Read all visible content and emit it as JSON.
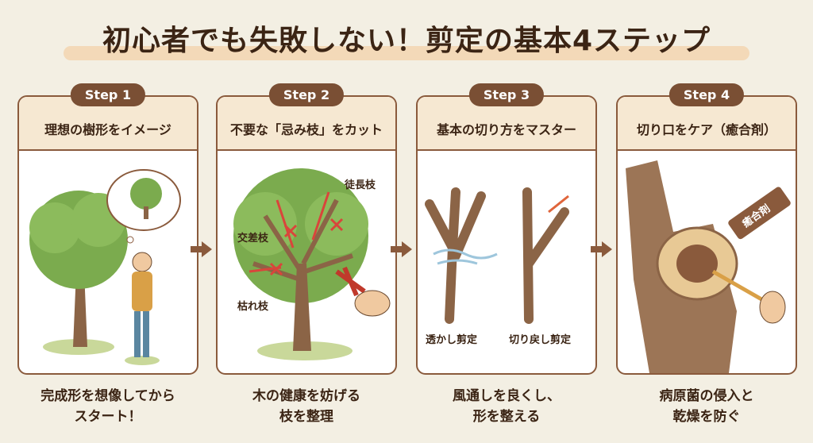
{
  "title": "初心者でも失敗しない！剪定の基本4ステップ",
  "steps": [
    {
      "badge": "Step 1",
      "heading": "理想の樹形をイメージ",
      "caption1": "完成形を想像してから",
      "caption2": "スタート！"
    },
    {
      "badge": "Step 2",
      "heading": "不要な「忌み枝」をカット",
      "caption1": "木の健康を妨げる",
      "caption2": "枝を整理",
      "labels": {
        "a": "徒長枝",
        "b": "交差枝",
        "c": "枯れ枝"
      }
    },
    {
      "badge": "Step 3",
      "heading": "基本の切り方をマスター",
      "caption1": "風通しを良くし、",
      "caption2": "形を整える",
      "labels": {
        "a": "透かし剪定",
        "b": "切り戻し剪定"
      }
    },
    {
      "badge": "Step 4",
      "heading": "切り口をケア（癒合剤）",
      "caption1": "病原菌の侵入と",
      "caption2": "乾燥を防ぐ",
      "labels": {
        "tube": "癒合剤"
      }
    }
  ],
  "colors": {
    "background": "#f3efe3",
    "border": "#8a5a3c",
    "badge": "#7a4f34",
    "text": "#3b2414",
    "tree": "#7bab4e",
    "trunk": "#8b6446"
  }
}
